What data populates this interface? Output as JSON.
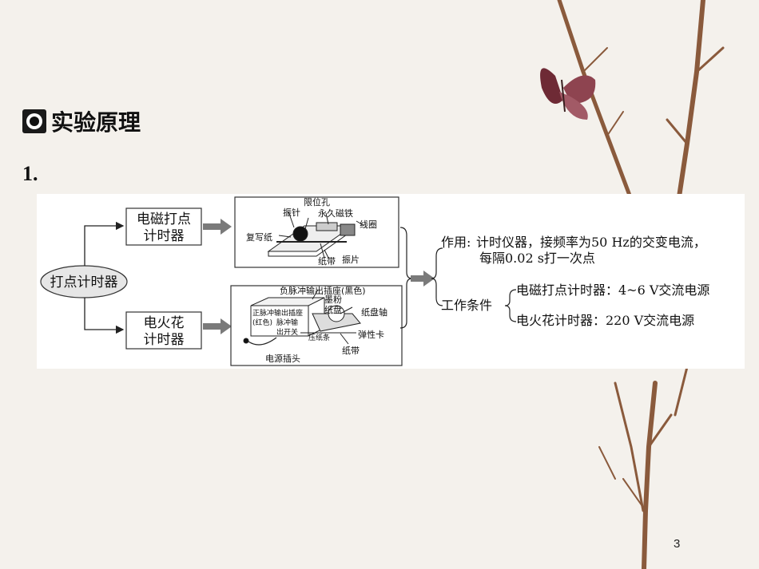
{
  "section_heading": "实验原理",
  "item_number": "1.",
  "diagram": {
    "root": "打点计时器",
    "branch_1": {
      "line1": "电磁打点",
      "line2": "计时器"
    },
    "branch_2": {
      "line1": "电火花",
      "line2": "计时器"
    },
    "em_parts": [
      "限位孔",
      "振针",
      "永久磁铁",
      "线圈",
      "复写纸",
      "纸带",
      "振片"
    ],
    "spark_parts": [
      "负脉冲输出插座(黑色)",
      "正脉冲输出插座",
      "(红色)",
      "脉冲输",
      "出开关",
      "墨粉",
      "纸盘",
      "纸盘轴",
      "压纸条",
      "弹性卡",
      "纸带",
      "电源插头"
    ],
    "function_label": "作用:",
    "function_text_1": "计时仪器，接频率为50 Hz的交变电流，",
    "function_text_2": "每隔0.02 s打一次点",
    "conditions_label": "工作条件",
    "condition_1": "电磁打点计时器：4~6 V交流电源",
    "condition_2": "电火花计时器：220 V交流电源"
  },
  "page_number": "3"
}
